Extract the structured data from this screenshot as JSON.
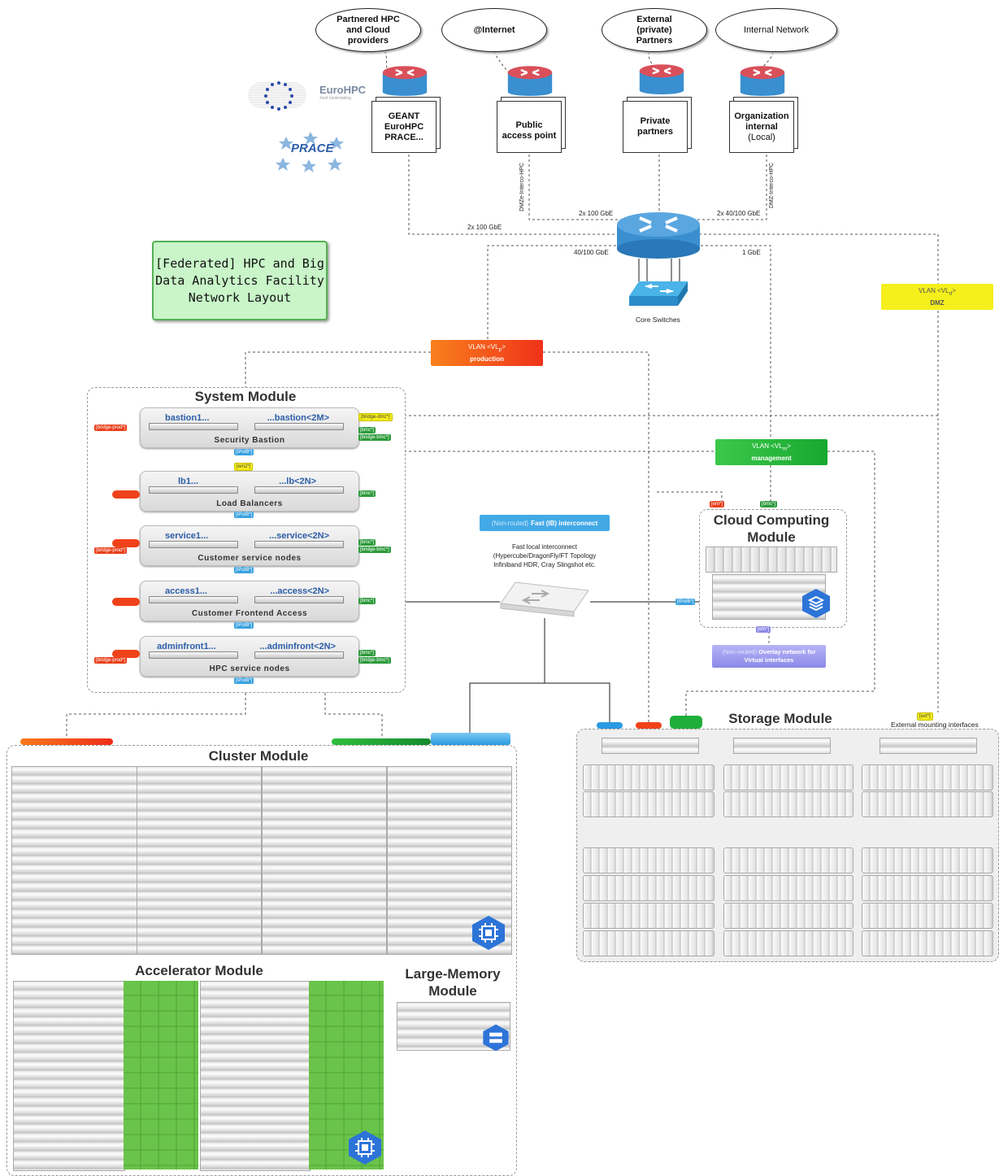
{
  "title": "[Federated] HPC and Big Data Analytics Facility Network Layout",
  "title_lines": [
    "[Federated] HPC and Big",
    "Data Analytics Facility",
    "Network Layout"
  ],
  "clouds": [
    {
      "id": "partnered",
      "lines": [
        "Partnered HPC",
        "and Cloud",
        "providers"
      ]
    },
    {
      "id": "internet",
      "lines": [
        "@Internet"
      ]
    },
    {
      "id": "external",
      "lines": [
        "External",
        "(private)",
        "Partners"
      ]
    },
    {
      "id": "internal",
      "lines": [
        "Internal Network"
      ]
    }
  ],
  "gateways": [
    {
      "id": "geant",
      "lines": [
        "GEANT",
        "EuroHPC",
        "PRACE..."
      ]
    },
    {
      "id": "public",
      "lines": [
        "Public",
        "access point"
      ]
    },
    {
      "id": "private",
      "lines": [
        "Private",
        "partners"
      ]
    },
    {
      "id": "org",
      "lines": [
        "Organization",
        "internal",
        "(Local)"
      ]
    }
  ],
  "logos": {
    "eurohpc": "EuroHPC",
    "eurohpc_sub": "Joint Undertaking",
    "prace": "PRACE"
  },
  "links": {
    "geant": "2x 100 GbE",
    "public": "2x 100 GbE",
    "org": "2x 40/100 GbE",
    "production_uplink": "40/100 GbE",
    "management_uplink": "1 GbE",
    "dmz_ext_label": "DMZe-Interco-HPC",
    "dmz_int_label": "DMZ-Interco-HPC"
  },
  "core_switches": "Core Switches",
  "vlans": {
    "dmz": {
      "name": "VLAN <VL",
      "sub": "d",
      "tail": ">",
      "label": "DMZ"
    },
    "production": {
      "name": "VLAN <VL",
      "sub": "p",
      "tail": ">",
      "label": "production"
    },
    "management": {
      "name": "VLAN <VL",
      "sub": "m",
      "tail": ">",
      "label": "management"
    }
  },
  "system_module": {
    "title": "System Module",
    "rows": [
      {
        "left": "bastion1...",
        "right": "...bastion<2M>",
        "caption": "Security Bastion"
      },
      {
        "left": "lb1...",
        "right": "...lb<2N>",
        "caption": "Load Balancers"
      },
      {
        "left": "service1...",
        "right": "...service<2N>",
        "caption": "Customer service nodes"
      },
      {
        "left": "access1...",
        "right": "...access<2N>",
        "caption": "Customer Frontend Access"
      },
      {
        "left": "adminfront1...",
        "right": "...adminfront<2N>",
        "caption": "HPC service nodes"
      }
    ],
    "tags": {
      "bridge_prod": "[bridge-prod*]",
      "bridge_dmz": "[bridge-dmz*]",
      "bmc": "[bmc*]",
      "bridge_bmc": "[bridge-bmc*]",
      "ipoib": "[IPoIB*]",
      "em2": "[em2*]"
    }
  },
  "interconnect": {
    "label_prefix": "(Non-routed)",
    "label": "Fast (IB) interconnect",
    "desc_lines": [
      "Fast local interconnect",
      "(Hypercube/DragonFly/FT Topology",
      "Infiniband HDR, Cray Slingshot etc."
    ]
  },
  "cloud_module": {
    "title_lines": [
      "Cloud Computing",
      "Module"
    ],
    "tags": {
      "em": "[em*]",
      "bmc": "[bmc*]",
      "ipoib": "[IPoIB*]",
      "eth": "[eth*]"
    }
  },
  "overlay": {
    "prefix": "(Non-routed)",
    "line1": "Overlay network for",
    "line2": "Virtual interfaces"
  },
  "storage_module": {
    "title": "Storage Module",
    "ext_tag": "[ext*]",
    "ext_label": "External mounting interfaces"
  },
  "cluster_module": {
    "title": "Cluster Module"
  },
  "accelerator_module": {
    "title": "Accelerator Module"
  },
  "largemem_module": {
    "title_lines": [
      "Large-Memory",
      "Module"
    ]
  },
  "colors": {
    "production": "#f04a1a",
    "management": "#22b83a",
    "dmz": "#f5ef1c",
    "interconnect": "#43a9e6",
    "router_top": "#d9505a",
    "router_body": "#3a8fd0",
    "gpu": "#6ac34a"
  },
  "icons": [
    "router-icon",
    "core-switch-icon",
    "chip-icon",
    "stack-icon",
    "storage-icon",
    "ib-switch-icon"
  ]
}
